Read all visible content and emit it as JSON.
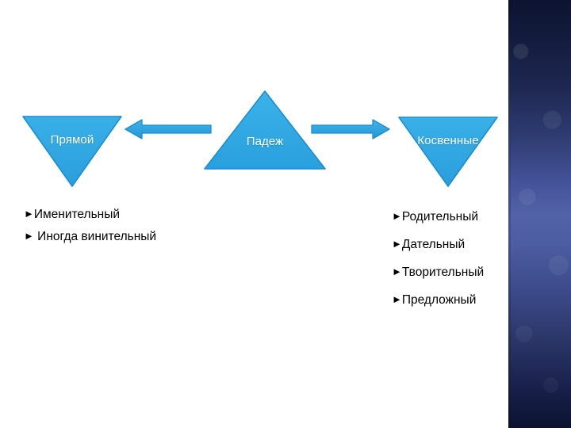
{
  "slide": {
    "background_color": "#ffffff",
    "accent_color": "#2fa6e2",
    "shape_border_color": "#1b8ed2",
    "panel_colors": {
      "dark": "#0d1430",
      "mid": "#5262a6"
    }
  },
  "diagram": {
    "type": "triangles-with-arrows",
    "center_shape": {
      "label": "Падеж",
      "orientation": "up"
    },
    "left_shape": {
      "label": "Прямой",
      "orientation": "down"
    },
    "right_shape": {
      "label": "Косвенные",
      "orientation": "down"
    },
    "arrows": [
      {
        "name": "arrow-left",
        "direction": "left"
      },
      {
        "name": "arrow-right",
        "direction": "right"
      }
    ]
  },
  "lists": {
    "direct": {
      "items": [
        {
          "marker": "►",
          "text": "Именительный"
        },
        {
          "marker": "►",
          "text": " Иногда винительный"
        }
      ]
    },
    "oblique": {
      "items": [
        {
          "marker": "►",
          "text": "Родительный"
        },
        {
          "marker": "►",
          "text": "Дательный"
        },
        {
          "marker": "►",
          "text": "Творительный"
        },
        {
          "marker": "►",
          "text": "Предложный"
        }
      ]
    }
  }
}
